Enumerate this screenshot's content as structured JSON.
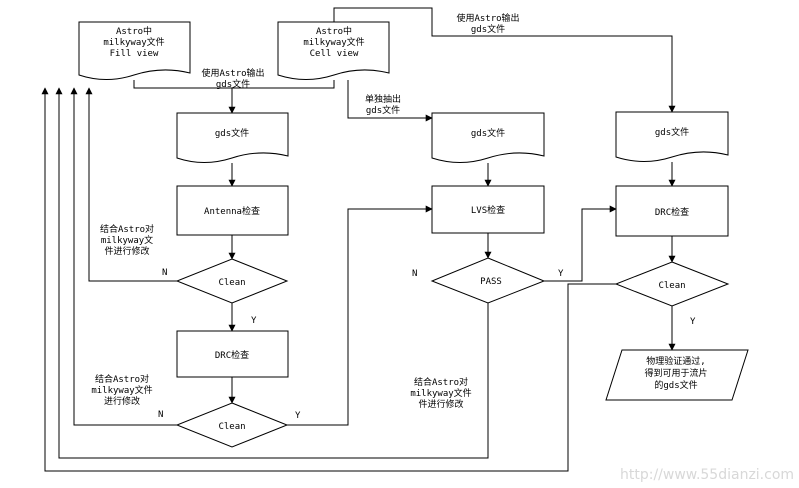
{
  "nodes": {
    "fill_view": [
      "Astro中",
      "milkyway文件",
      "Fill view"
    ],
    "cell_view": [
      "Astro中",
      "milkyway文件",
      "Cell view"
    ],
    "gds_1": "gds文件",
    "gds_2": "gds文件",
    "gds_3": "gds文件",
    "antenna_check": "Antenna检查",
    "clean_1": "Clean",
    "drc_check_1": "DRC检查",
    "clean_2": "Clean",
    "lvs_check": "LVS检查",
    "pass": "PASS",
    "drc_check_2": "DRC检查",
    "clean_3": "Clean",
    "final_output": [
      "物理验证通过,",
      "得到可用于流片",
      "的gds文件"
    ]
  },
  "labels": {
    "export_gds_1": [
      "使用Astro输出",
      "gds文件"
    ],
    "export_gds_2": [
      "使用Astro输出",
      "gds文件"
    ],
    "extract_gds": [
      "单独抽出",
      "gds文件"
    ],
    "fix_1": [
      "结合Astro对",
      "milkyway文",
      "件进行修改"
    ],
    "fix_2": [
      "结合Astro对",
      "milkyway文件",
      "进行修改"
    ],
    "fix_3": [
      "结合Astro对",
      "milkyway文件",
      "件进行修改"
    ],
    "n1": "N",
    "y1": "Y",
    "n2": "N",
    "y2": "Y",
    "n3": "N",
    "y3": "Y",
    "y4": "Y"
  },
  "watermark": "http://www.55dianzi.com"
}
